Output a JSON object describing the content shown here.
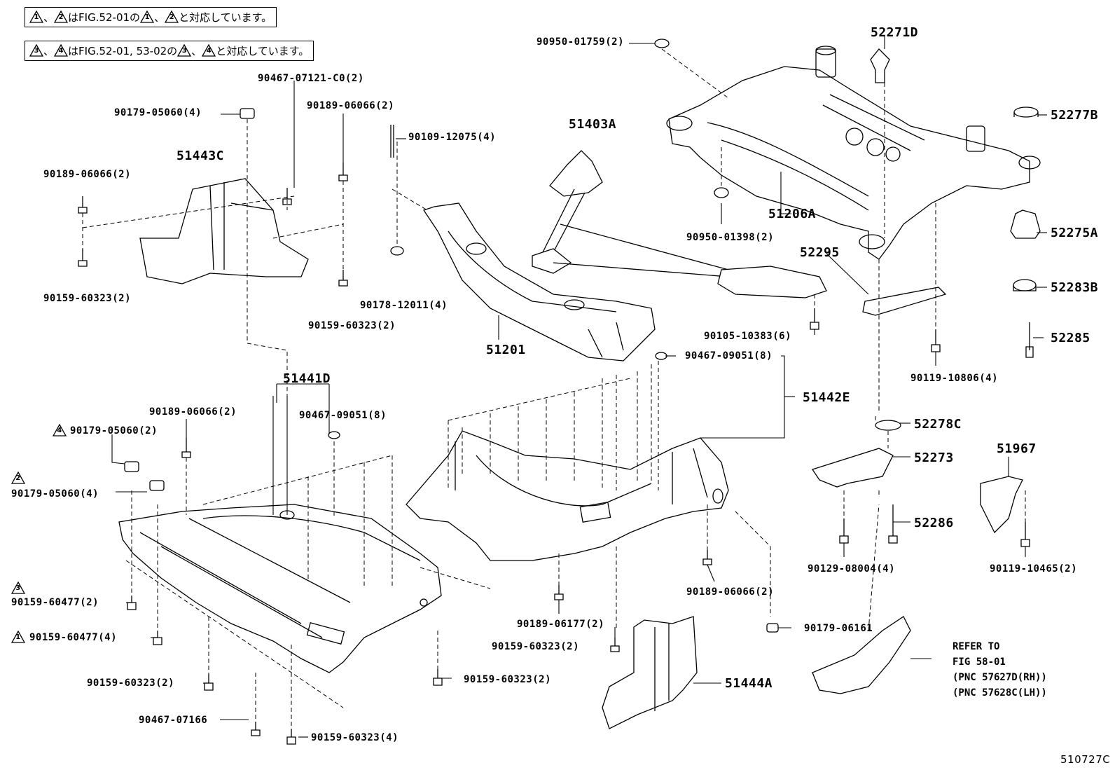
{
  "notes": {
    "note1": {
      "tri_a": "1",
      "sep": "、",
      "tri_b": "2",
      "text1": "はFIG.52-01の",
      "tri_c": "1",
      "sep2": "、",
      "tri_d": "2",
      "text2": "と対応しています。"
    },
    "note2": {
      "tri_a": "3",
      "sep": "、",
      "tri_b": "4",
      "text1": "はFIG.52-01, 53-02の",
      "tri_c": "3",
      "sep2": "、",
      "tri_d": "4",
      "text2": "と対応しています。"
    }
  },
  "labels": {
    "l_90950_01759": "90950-01759(2)",
    "l_90467_07121": "90467-07121-C0(2)",
    "l_90179_05060a": "90179-05060(4)",
    "l_90189_06066a": "90189-06066(2)",
    "l_90109_12075": "90109-12075(4)",
    "l_51443C": "51443C",
    "l_90189_06066b": "90189-06066(2)",
    "l_90159_60323a": "90159-60323(2)",
    "l_90159_60323b": "90159-60323(2)",
    "l_90178_12011": "90178-12011(4)",
    "l_51403A": "51403A",
    "l_51201": "51201",
    "l_52271D": "52271D",
    "l_52277B": "52277B",
    "l_51206A": "51206A",
    "l_90950_01398": "90950-01398(2)",
    "l_52275A": "52275A",
    "l_52295": "52295",
    "l_52283B": "52283B",
    "l_90105_10383": "90105-10383(6)",
    "l_52285": "52285",
    "l_90119_10806": "90119-10806(4)",
    "l_90467_09051a": "90467-09051(8)",
    "l_51441D": "51441D",
    "l_90467_09051b": "90467-09051(8)",
    "l_51442E": "51442E",
    "l_90189_06066c": "90189-06066(2)",
    "l_90179_05060b": "90179-05060(2)",
    "l_90179_05060c": "90179-05060(4)",
    "l_52278C": "52278C",
    "l_52273": "52273",
    "l_51967": "51967",
    "l_52286": "52286",
    "l_90129_08004": "90129-08004(4)",
    "l_90119_10465": "90119-10465(2)",
    "l_90189_06066d": "90189-06066(2)",
    "l_90159_60477a": "90159-60477(2)",
    "l_90159_60477b": "90159-60477(4)",
    "l_90189_06177": "90189-06177(2)",
    "l_90159_60323c": "90159-60323(2)",
    "l_90179_06161": "90179-06161",
    "l_90159_60323d": "90159-60323(2)",
    "l_90159_60323e": "90159-60323(2)",
    "l_90467_07166": "90467-07166",
    "l_90159_60323f": "90159-60323(4)",
    "l_51444A": "51444A"
  },
  "markers": {
    "m4": "4",
    "m2": "2",
    "m3": "3",
    "m1": "1"
  },
  "refer": "REFER TO\nFIG 58-01\n(PNC 57627D(RH))\n(PNC 57628C(LH))",
  "figure_code": "510727C"
}
